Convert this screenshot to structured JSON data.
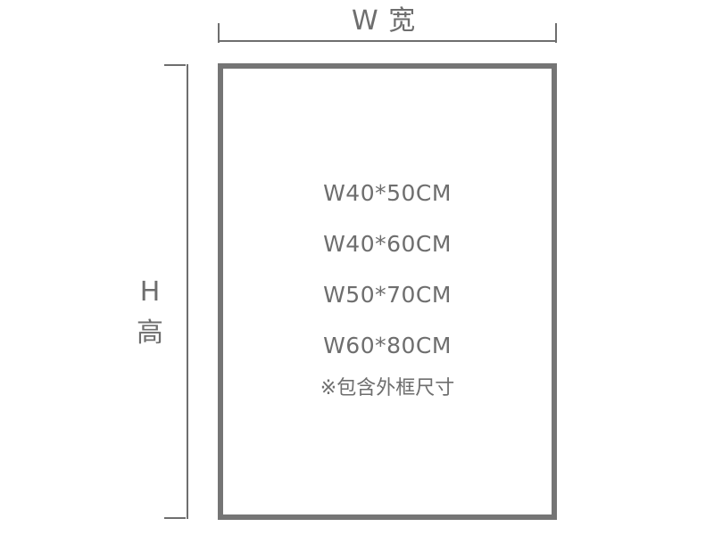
{
  "width_dimension": {
    "label": "W 宽"
  },
  "height_dimension": {
    "label_top": "H",
    "label_bottom": "高"
  },
  "frame": {
    "sizes": [
      "W40*50CM",
      "W40*60CM",
      "W50*70CM",
      "W60*80CM"
    ],
    "note": "※包含外框尺寸"
  },
  "colors": {
    "line": "#6e6e6e",
    "frame_border": "#757575",
    "text": "#6e6e6e",
    "background": "#ffffff"
  }
}
